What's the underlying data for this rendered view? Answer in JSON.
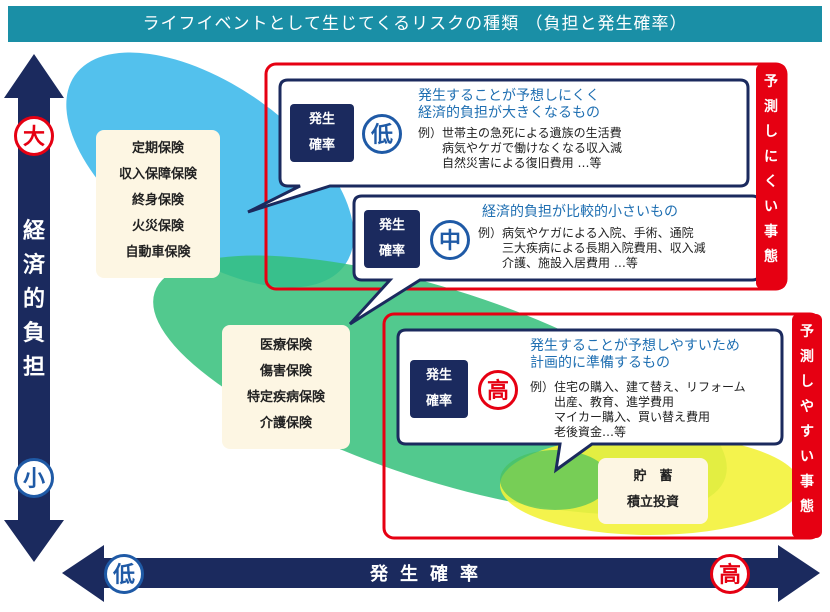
{
  "title": "ライフイベントとして生じてくるリスクの種類 （負担と発生確率）",
  "y_axis": {
    "label_chars": [
      "経",
      "済",
      "的",
      "負",
      "担"
    ],
    "top_label": "大",
    "bottom_label": "小"
  },
  "x_axis": {
    "label": "発生確率",
    "left_label": "低",
    "right_label": "高"
  },
  "insurance_groups": {
    "top": [
      "定期保険",
      "収入保障保険",
      "終身保険",
      "火災保険",
      "自動車保険"
    ],
    "middle": [
      "医療保険",
      "傷害保険",
      "特定疾病保険",
      "介護保険"
    ],
    "bottom": [
      "貯　蓄",
      "積立投資"
    ]
  },
  "bubbles": {
    "low": {
      "box_lines": [
        "発生",
        "確率"
      ],
      "level": "低",
      "heading_lines": [
        "発生することが予想しにくく",
        "経済的負担が大きくなるもの"
      ],
      "example_prefix": "例）",
      "examples": [
        "世帯主の急死による遺族の生活費",
        "病気やケガで働けなくなる収入減",
        "自然災害による復旧費用 …等"
      ]
    },
    "mid": {
      "box_lines": [
        "発生",
        "確率"
      ],
      "level": "中",
      "heading_lines": [
        "経済的負担が比較的小さいもの"
      ],
      "example_prefix": "例）",
      "examples": [
        "病気やケガによる入院、手術、通院",
        "三大疾病による長期入院費用、収入減",
        "介護、施設入居費用 …等"
      ]
    },
    "high": {
      "box_lines": [
        "発生",
        "確率"
      ],
      "level": "高",
      "heading_lines": [
        "発生することが予想しやすいため",
        "計画的に準備するもの"
      ],
      "example_prefix": "例）",
      "examples": [
        "住宅の購入、建て替え、リフォーム",
        "出産、教育、進学費用",
        "マイカー購入、買い替え費用",
        "老後資金…等"
      ]
    }
  },
  "side_labels": {
    "hard": [
      "予",
      "測",
      "し",
      "に",
      "く",
      "い",
      "事",
      "態"
    ],
    "easy": [
      "予",
      "測",
      "し",
      "や",
      "す",
      "い",
      "事",
      "態"
    ]
  },
  "colors": {
    "title_bg": "#1a8fa6",
    "axis": "#1b2a5e",
    "accent_red": "#e60012",
    "ellipse_blue": "#35b6ea",
    "ellipse_green": "#34c07a",
    "ellipse_yellow": "#f3f23a"
  }
}
